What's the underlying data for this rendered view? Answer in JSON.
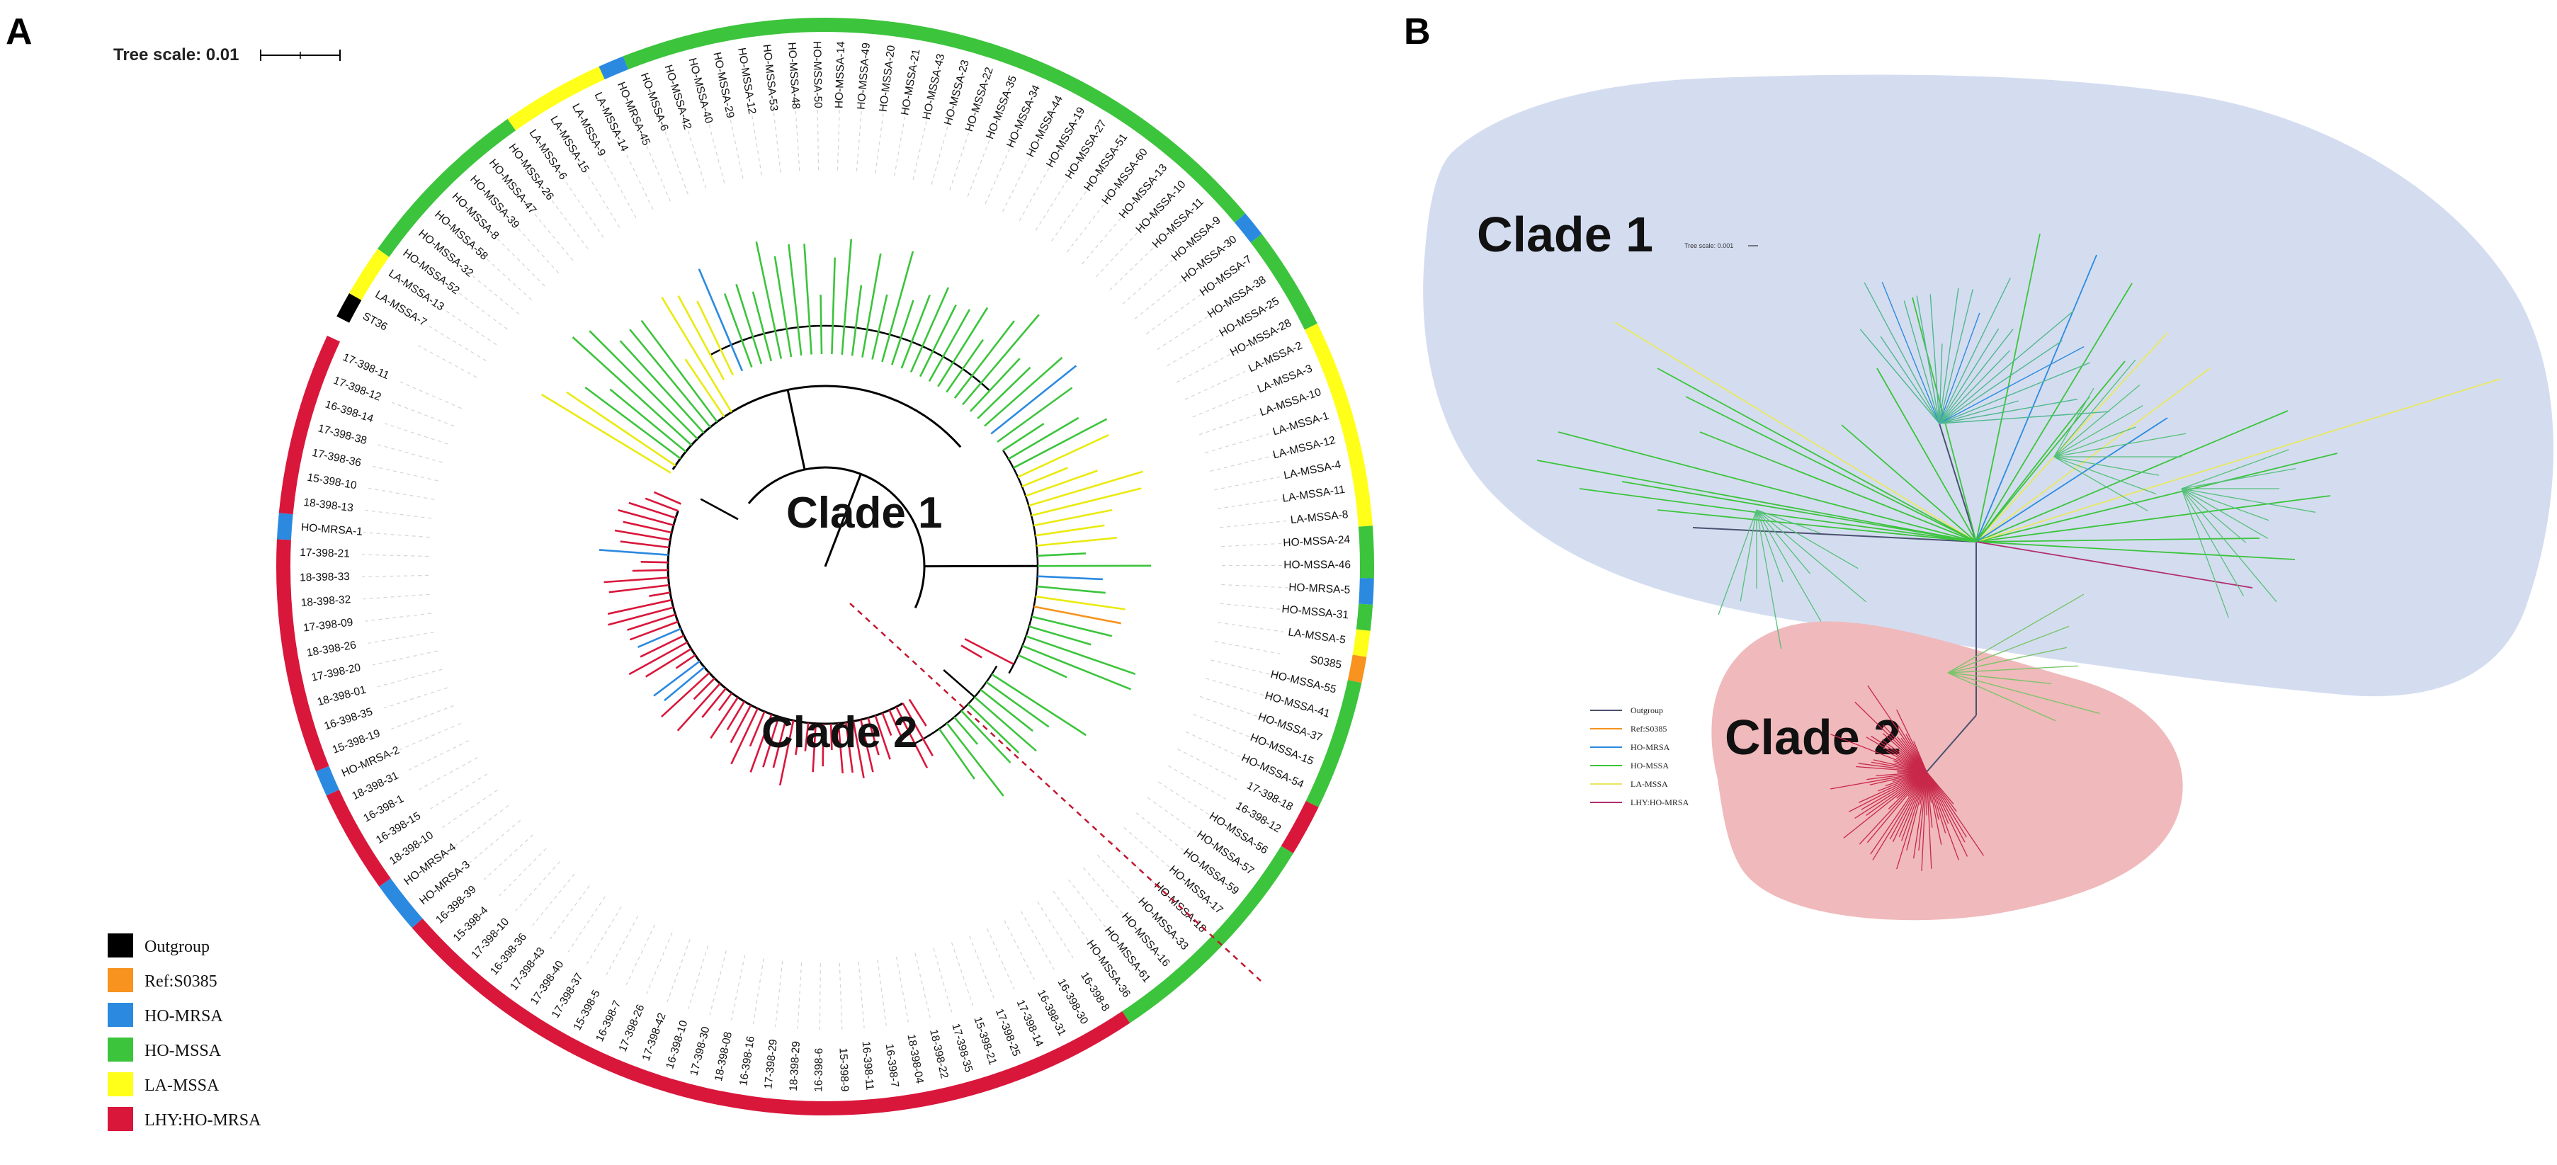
{
  "panels": {
    "a_label": "A",
    "b_label": "B"
  },
  "tree_scale": {
    "label": "Tree scale: 0.01",
    "label_b": "Tree scale: 0.001"
  },
  "clades": {
    "clade1": "Clade 1",
    "clade2": "Clade 2"
  },
  "groups": {
    "Outgroup": "#000000",
    "Ref:S0385": "#f7931e",
    "HO-MRSA": "#2b8ae0",
    "HO-MSSA": "#3cc43c",
    "LA-MSSA": "#ffff1a",
    "LHY:HO-MRSA": "#d9173b"
  },
  "legend_a": [
    "Outgroup",
    "Ref:S0385",
    "HO-MRSA",
    "HO-MSSA",
    "LA-MSSA",
    "LHY:HO-MRSA"
  ],
  "legend_b": [
    {
      "label": "Outgroup",
      "color": "#4a5170"
    },
    {
      "label": "Ref:S0385",
      "color": "#f7931e"
    },
    {
      "label": "HO-MRSA",
      "color": "#2b8ae0"
    },
    {
      "label": "HO-MSSA",
      "color": "#3cc43c"
    },
    {
      "label": "LA-MSSA",
      "color": "#e8e860"
    },
    {
      "label": "LHY:HO-MRSA",
      "color": "#b03070"
    }
  ],
  "leaves": [
    {
      "name": "ST36",
      "group": "Outgroup"
    },
    {
      "name": "LA-MSSA-7",
      "group": "LA-MSSA"
    },
    {
      "name": "LA-MSSA-13",
      "group": "LA-MSSA"
    },
    {
      "name": "HO-MSSA-52",
      "group": "HO-MSSA"
    },
    {
      "name": "HO-MSSA-32",
      "group": "HO-MSSA"
    },
    {
      "name": "HO-MSSA-58",
      "group": "HO-MSSA"
    },
    {
      "name": "HO-MSSA-8",
      "group": "HO-MSSA"
    },
    {
      "name": "HO-MSSA-39",
      "group": "HO-MSSA"
    },
    {
      "name": "HO-MSSA-47",
      "group": "HO-MSSA"
    },
    {
      "name": "HO-MSSA-26",
      "group": "HO-MSSA"
    },
    {
      "name": "LA-MSSA-6",
      "group": "LA-MSSA"
    },
    {
      "name": "LA-MSSA-15",
      "group": "LA-MSSA"
    },
    {
      "name": "LA-MSSA-9",
      "group": "LA-MSSA"
    },
    {
      "name": "LA-MSSA-14",
      "group": "LA-MSSA"
    },
    {
      "name": "HO-MRSA-45",
      "group": "HO-MRSA"
    },
    {
      "name": "HO-MSSA-6",
      "group": "HO-MSSA"
    },
    {
      "name": "HO-MSSA-42",
      "group": "HO-MSSA"
    },
    {
      "name": "HO-MSSA-40",
      "group": "HO-MSSA"
    },
    {
      "name": "HO-MSSA-29",
      "group": "HO-MSSA"
    },
    {
      "name": "HO-MSSA-12",
      "group": "HO-MSSA"
    },
    {
      "name": "HO-MSSA-53",
      "group": "HO-MSSA"
    },
    {
      "name": "HO-MSSA-48",
      "group": "HO-MSSA"
    },
    {
      "name": "HO-MSSA-50",
      "group": "HO-MSSA"
    },
    {
      "name": "HO-MSSA-14",
      "group": "HO-MSSA"
    },
    {
      "name": "HO-MSSA-49",
      "group": "HO-MSSA"
    },
    {
      "name": "HO-MSSA-20",
      "group": "HO-MSSA"
    },
    {
      "name": "HO-MSSA-21",
      "group": "HO-MSSA"
    },
    {
      "name": "HO-MSSA-43",
      "group": "HO-MSSA"
    },
    {
      "name": "HO-MSSA-23",
      "group": "HO-MSSA"
    },
    {
      "name": "HO-MSSA-22",
      "group": "HO-MSSA"
    },
    {
      "name": "HO-MSSA-35",
      "group": "HO-MSSA"
    },
    {
      "name": "HO-MSSA-34",
      "group": "HO-MSSA"
    },
    {
      "name": "HO-MSSA-44",
      "group": "HO-MSSA"
    },
    {
      "name": "HO-MSSA-19",
      "group": "HO-MSSA"
    },
    {
      "name": "HO-MSSA-27",
      "group": "HO-MSSA"
    },
    {
      "name": "HO-MSSA-51",
      "group": "HO-MSSA"
    },
    {
      "name": "HO-MSSA-60",
      "group": "HO-MSSA"
    },
    {
      "name": "HO-MSSA-13",
      "group": "HO-MSSA"
    },
    {
      "name": "HO-MSSA-10",
      "group": "HO-MSSA"
    },
    {
      "name": "HO-MSSA-11",
      "group": "HO-MSSA"
    },
    {
      "name": "HO-MSSA-9",
      "group": "HO-MSSA"
    },
    {
      "name": "HO-MSSA-30",
      "group": "HO-MRSA"
    },
    {
      "name": "HO-MSSA-7",
      "group": "HO-MSSA"
    },
    {
      "name": "HO-MSSA-38",
      "group": "HO-MSSA"
    },
    {
      "name": "HO-MSSA-25",
      "group": "HO-MSSA"
    },
    {
      "name": "HO-MSSA-28",
      "group": "HO-MSSA"
    },
    {
      "name": "LA-MSSA-2",
      "group": "LA-MSSA"
    },
    {
      "name": "LA-MSSA-3",
      "group": "LA-MSSA"
    },
    {
      "name": "LA-MSSA-10",
      "group": "LA-MSSA"
    },
    {
      "name": "LA-MSSA-1",
      "group": "LA-MSSA"
    },
    {
      "name": "LA-MSSA-12",
      "group": "LA-MSSA"
    },
    {
      "name": "LA-MSSA-4",
      "group": "LA-MSSA"
    },
    {
      "name": "LA-MSSA-11",
      "group": "LA-MSSA"
    },
    {
      "name": "LA-MSSA-8",
      "group": "LA-MSSA"
    },
    {
      "name": "HO-MSSA-24",
      "group": "HO-MSSA"
    },
    {
      "name": "HO-MSSA-46",
      "group": "HO-MSSA"
    },
    {
      "name": "HO-MRSA-5",
      "group": "HO-MRSA"
    },
    {
      "name": "HO-MSSA-31",
      "group": "HO-MSSA"
    },
    {
      "name": "LA-MSSA-5",
      "group": "LA-MSSA"
    },
    {
      "name": "S0385",
      "group": "Ref:S0385"
    },
    {
      "name": "HO-MSSA-55",
      "group": "HO-MSSA"
    },
    {
      "name": "HO-MSSA-41",
      "group": "HO-MSSA"
    },
    {
      "name": "HO-MSSA-37",
      "group": "HO-MSSA"
    },
    {
      "name": "HO-MSSA-15",
      "group": "HO-MSSA"
    },
    {
      "name": "HO-MSSA-54",
      "group": "HO-MSSA"
    },
    {
      "name": "17-398-18",
      "group": "LHY:HO-MRSA"
    },
    {
      "name": "16-398-12",
      "group": "LHY:HO-MRSA"
    },
    {
      "name": "HO-MSSA-56",
      "group": "HO-MSSA"
    },
    {
      "name": "HO-MSSA-57",
      "group": "HO-MSSA"
    },
    {
      "name": "HO-MSSA-59",
      "group": "HO-MSSA"
    },
    {
      "name": "HO-MSSA-17",
      "group": "HO-MSSA"
    },
    {
      "name": "HO-MSSA-18",
      "group": "HO-MSSA"
    },
    {
      "name": "HO-MSSA-33",
      "group": "HO-MSSA"
    },
    {
      "name": "HO-MSSA-16",
      "group": "HO-MSSA"
    },
    {
      "name": "HO-MSSA-61",
      "group": "HO-MSSA"
    },
    {
      "name": "HO-MSSA-36",
      "group": "HO-MSSA"
    },
    {
      "name": "16-398-8",
      "group": "LHY:HO-MRSA"
    },
    {
      "name": "16-398-30",
      "group": "LHY:HO-MRSA"
    },
    {
      "name": "16-398-31",
      "group": "LHY:HO-MRSA"
    },
    {
      "name": "17-398-14",
      "group": "LHY:HO-MRSA"
    },
    {
      "name": "17-398-25",
      "group": "LHY:HO-MRSA"
    },
    {
      "name": "15-398-21",
      "group": "LHY:HO-MRSA"
    },
    {
      "name": "17-398-35",
      "group": "LHY:HO-MRSA"
    },
    {
      "name": "18-398-22",
      "group": "LHY:HO-MRSA"
    },
    {
      "name": "18-398-04",
      "group": "LHY:HO-MRSA"
    },
    {
      "name": "16-398-7",
      "group": "LHY:HO-MRSA"
    },
    {
      "name": "16-398-11",
      "group": "LHY:HO-MRSA"
    },
    {
      "name": "15-398-9",
      "group": "LHY:HO-MRSA"
    },
    {
      "name": "16-398-6",
      "group": "LHY:HO-MRSA"
    },
    {
      "name": "18-398-29",
      "group": "LHY:HO-MRSA"
    },
    {
      "name": "17-398-29",
      "group": "LHY:HO-MRSA"
    },
    {
      "name": "16-398-16",
      "group": "LHY:HO-MRSA"
    },
    {
      "name": "18-398-08",
      "group": "LHY:HO-MRSA"
    },
    {
      "name": "17-398-30",
      "group": "LHY:HO-MRSA"
    },
    {
      "name": "16-398-10",
      "group": "LHY:HO-MRSA"
    },
    {
      "name": "17-398-42",
      "group": "LHY:HO-MRSA"
    },
    {
      "name": "17-398-26",
      "group": "LHY:HO-MRSA"
    },
    {
      "name": "16-398-7",
      "group": "LHY:HO-MRSA"
    },
    {
      "name": "15-398-5",
      "group": "LHY:HO-MRSA"
    },
    {
      "name": "17-398-37",
      "group": "LHY:HO-MRSA"
    },
    {
      "name": "17-398-40",
      "group": "LHY:HO-MRSA"
    },
    {
      "name": "17-398-43",
      "group": "LHY:HO-MRSA"
    },
    {
      "name": "16-398-36",
      "group": "LHY:HO-MRSA"
    },
    {
      "name": "17-398-10",
      "group": "LHY:HO-MRSA"
    },
    {
      "name": "15-398-4",
      "group": "LHY:HO-MRSA"
    },
    {
      "name": "16-398-39",
      "group": "LHY:HO-MRSA"
    },
    {
      "name": "HO-MRSA-3",
      "group": "HO-MRSA"
    },
    {
      "name": "HO-MRSA-4",
      "group": "HO-MRSA"
    },
    {
      "name": "18-398-10",
      "group": "LHY:HO-MRSA"
    },
    {
      "name": "16-398-15",
      "group": "LHY:HO-MRSA"
    },
    {
      "name": "16-398-1",
      "group": "LHY:HO-MRSA"
    },
    {
      "name": "18-398-31",
      "group": "LHY:HO-MRSA"
    },
    {
      "name": "HO-MRSA-2",
      "group": "HO-MRSA"
    },
    {
      "name": "15-398-19",
      "group": "LHY:HO-MRSA"
    },
    {
      "name": "16-398-35",
      "group": "LHY:HO-MRSA"
    },
    {
      "name": "18-398-01",
      "group": "LHY:HO-MRSA"
    },
    {
      "name": "17-398-20",
      "group": "LHY:HO-MRSA"
    },
    {
      "name": "18-398-26",
      "group": "LHY:HO-MRSA"
    },
    {
      "name": "17-398-09",
      "group": "LHY:HO-MRSA"
    },
    {
      "name": "18-398-32",
      "group": "LHY:HO-MRSA"
    },
    {
      "name": "18-398-33",
      "group": "LHY:HO-MRSA"
    },
    {
      "name": "17-398-21",
      "group": "LHY:HO-MRSA"
    },
    {
      "name": "HO-MRSA-1",
      "group": "HO-MRSA"
    },
    {
      "name": "18-398-13",
      "group": "LHY:HO-MRSA"
    },
    {
      "name": "15-398-10",
      "group": "LHY:HO-MRSA"
    },
    {
      "name": "17-398-36",
      "group": "LHY:HO-MRSA"
    },
    {
      "name": "17-398-38",
      "group": "LHY:HO-MRSA"
    },
    {
      "name": "16-398-14",
      "group": "LHY:HO-MRSA"
    },
    {
      "name": "17-398-12",
      "group": "LHY:HO-MRSA"
    },
    {
      "name": "17-398-11",
      "group": "LHY:HO-MRSA"
    }
  ]
}
